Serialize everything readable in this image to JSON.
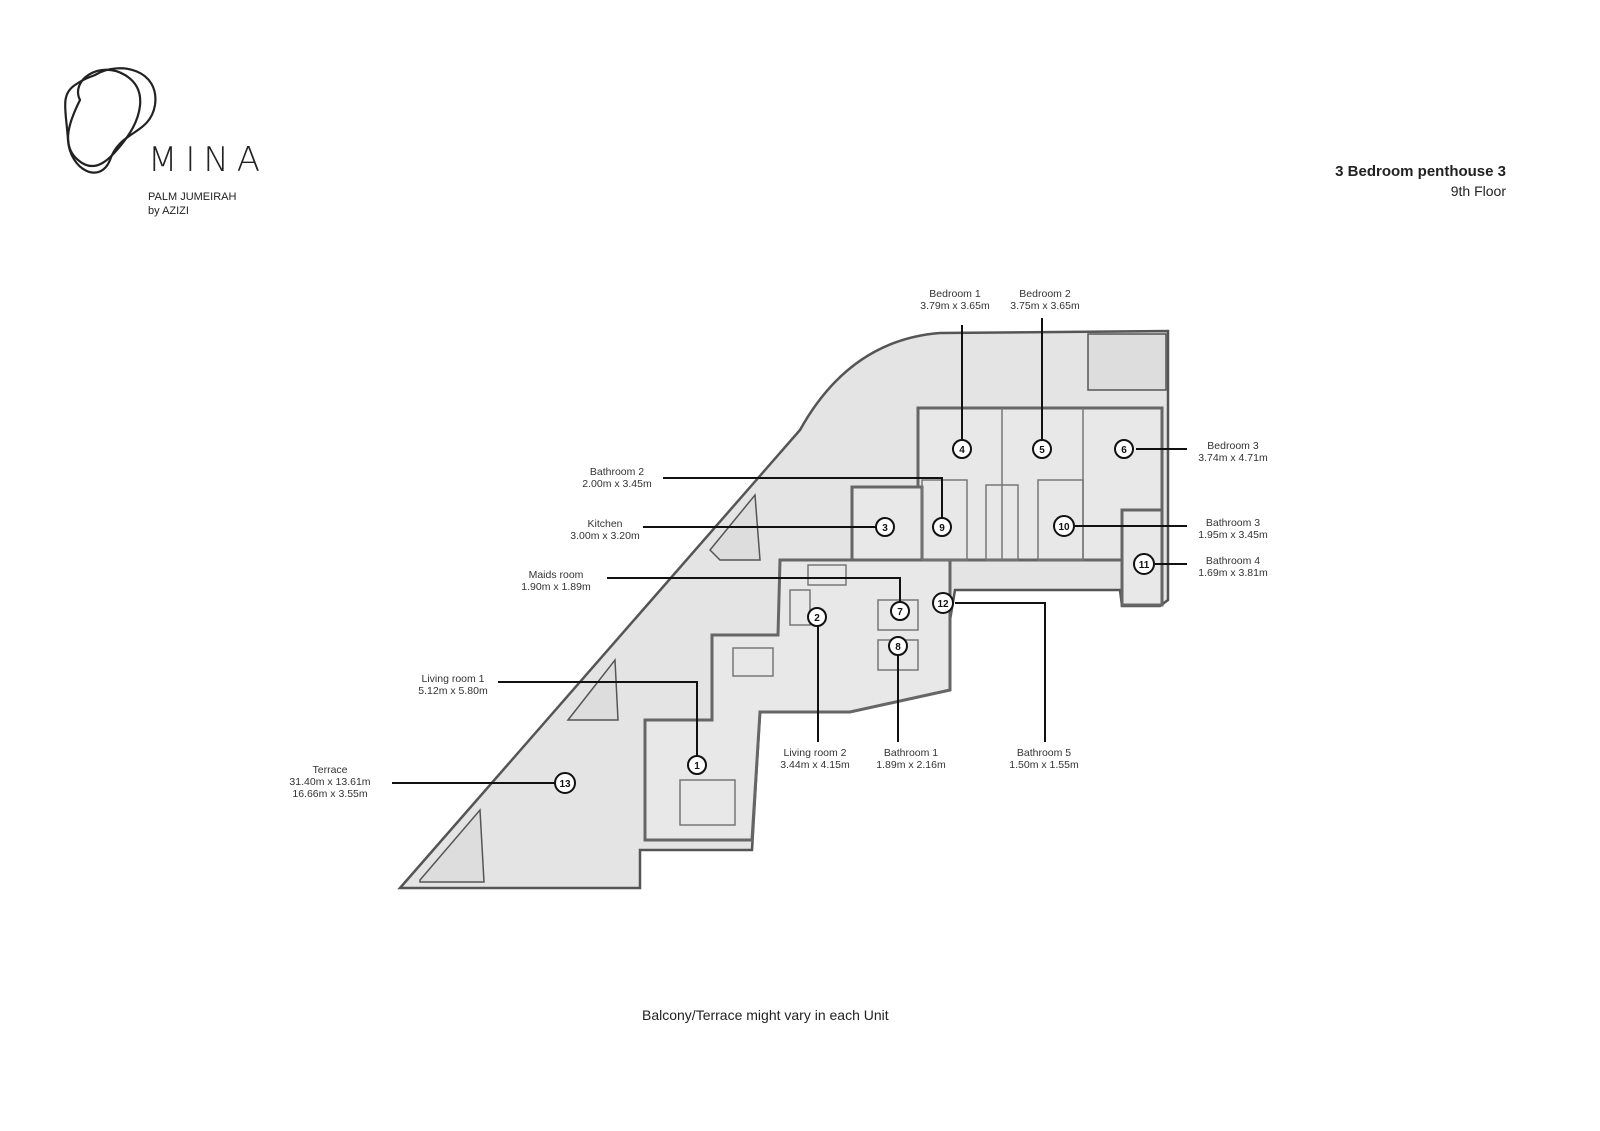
{
  "brand": {
    "name": "MINA",
    "line1": "PALM JUMEIRAH",
    "line2": "by AZIZI"
  },
  "header": {
    "title": "3 Bedroom penthouse 3",
    "floor": "9th Floor"
  },
  "rooms": [
    {
      "num": "1",
      "name": "Living room 1",
      "dims": "5.12m x 5.80m"
    },
    {
      "num": "2",
      "name": "Living room 2",
      "dims": "3.44m x 4.15m"
    },
    {
      "num": "3",
      "name": "Kitchen",
      "dims": "3.00m x 3.20m"
    },
    {
      "num": "4",
      "name": "Bedroom 1",
      "dims": "3.79m x 3.65m"
    },
    {
      "num": "5",
      "name": "Bedroom 2",
      "dims": "3.75m x 3.65m"
    },
    {
      "num": "6",
      "name": "Bedroom 3",
      "dims": "3.74m x 4.71m"
    },
    {
      "num": "7",
      "name": "Maids room",
      "dims": "1.90m x 1.89m"
    },
    {
      "num": "8",
      "name": "Bathroom 1",
      "dims": "1.89m x 2.16m"
    },
    {
      "num": "9",
      "name": "Bathroom 2",
      "dims": "2.00m x 3.45m"
    },
    {
      "num": "10",
      "name": "Bathroom 3",
      "dims": "1.95m x 3.45m"
    },
    {
      "num": "11",
      "name": "Bathroom 4",
      "dims": "1.69m x 3.81m"
    },
    {
      "num": "12",
      "name": "Bathroom 5",
      "dims": "1.50m x 1.55m"
    },
    {
      "num": "13",
      "name": "Terrace",
      "dims": "31.40m x 13.61m",
      "dims2": "16.66m x 3.55m"
    }
  ],
  "footer": {
    "note": "Balcony/Terrace  might vary in each Unit"
  }
}
